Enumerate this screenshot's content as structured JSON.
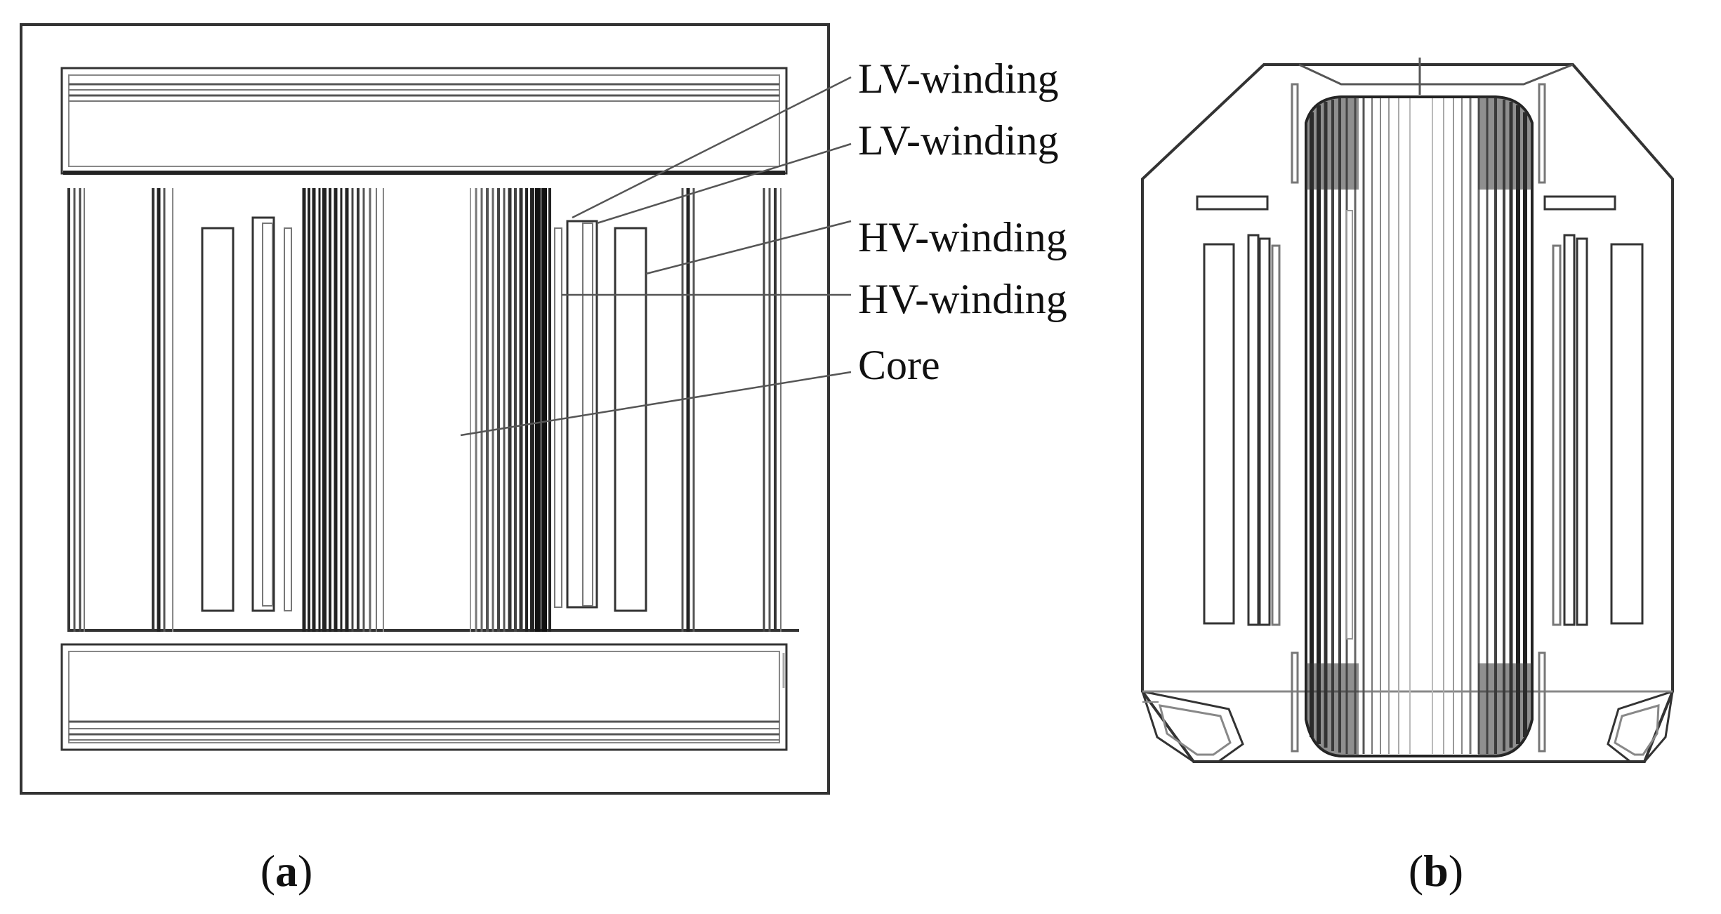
{
  "figure": {
    "panel_a": {
      "callouts": [
        "LV-winding",
        "LV-winding",
        "HV-winding",
        "HV-winding",
        "Core"
      ],
      "caption": {
        "open": "(",
        "letter": "a",
        "close": ")"
      }
    },
    "panel_b": {
      "caption": {
        "open": "(",
        "letter": "b",
        "close": ")"
      }
    },
    "colors": {
      "line": "#333333",
      "dark": "#111111",
      "mid": "#666666",
      "light": "#999999",
      "background": "#ffffff"
    }
  }
}
